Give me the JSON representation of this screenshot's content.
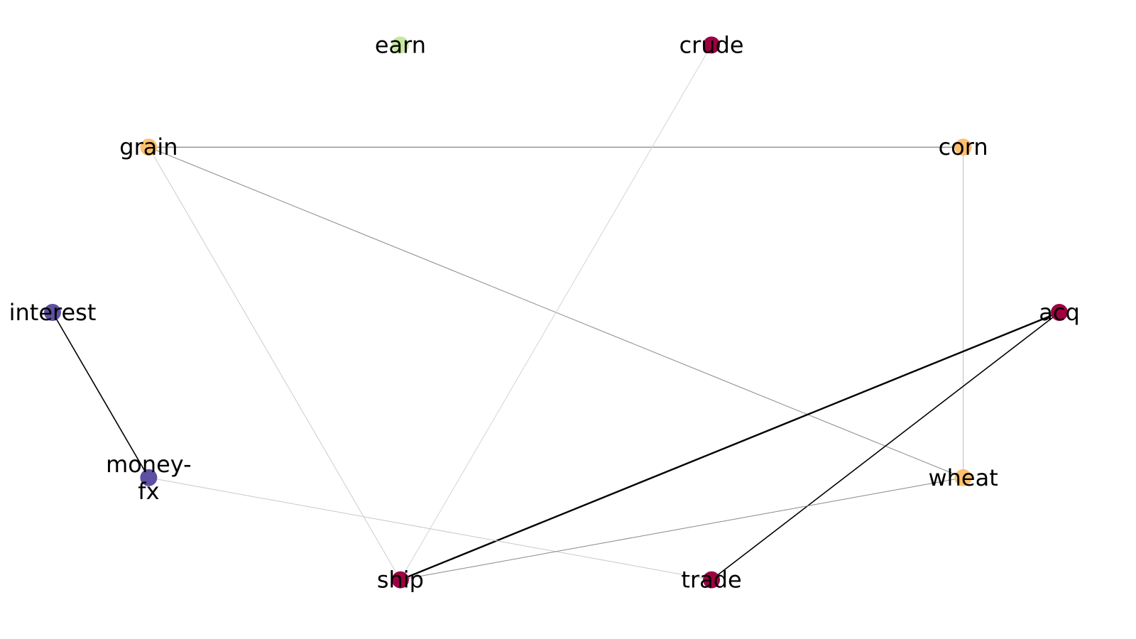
{
  "nodes": [
    {
      "id": "earn",
      "label_lines": [
        "earn"
      ],
      "color": "#c7e89f"
    },
    {
      "id": "crude",
      "label_lines": [
        "crude"
      ],
      "color": "#9e0142"
    },
    {
      "id": "grain",
      "label_lines": [
        "grain"
      ],
      "color": "#fdbf6f"
    },
    {
      "id": "corn",
      "label_lines": [
        "corn"
      ],
      "color": "#fdbf6f"
    },
    {
      "id": "interest",
      "label_lines": [
        "interest"
      ],
      "color": "#5e4fa2"
    },
    {
      "id": "acq",
      "label_lines": [
        "acq"
      ],
      "color": "#9e0142"
    },
    {
      "id": "money-fx",
      "label_lines": [
        "money-",
        "fx"
      ],
      "color": "#5e4fa2"
    },
    {
      "id": "wheat",
      "label_lines": [
        "wheat"
      ],
      "color": "#fdbf6f"
    },
    {
      "id": "ship",
      "label_lines": [
        "ship"
      ],
      "color": "#9e0142"
    },
    {
      "id": "trade",
      "label_lines": [
        "trade"
      ],
      "color": "#9e0142"
    }
  ],
  "edges": [
    {
      "source": "grain",
      "target": "corn",
      "color": "#666666"
    },
    {
      "source": "grain",
      "target": "wheat",
      "color": "#888888"
    },
    {
      "source": "grain",
      "target": "ship",
      "color": "#cccccc"
    },
    {
      "source": "corn",
      "target": "wheat",
      "color": "#bbbbbb"
    },
    {
      "source": "crude",
      "target": "ship",
      "color": "#d4d4d4"
    },
    {
      "source": "interest",
      "target": "money-fx",
      "color": "#000000"
    },
    {
      "source": "acq",
      "target": "ship",
      "color": "#000000"
    },
    {
      "source": "acq",
      "target": "trade",
      "color": "#000000"
    },
    {
      "source": "money-fx",
      "target": "trade",
      "color": "#c8c8c8"
    },
    {
      "source": "ship",
      "target": "wheat",
      "color": "#888888"
    }
  ]
}
